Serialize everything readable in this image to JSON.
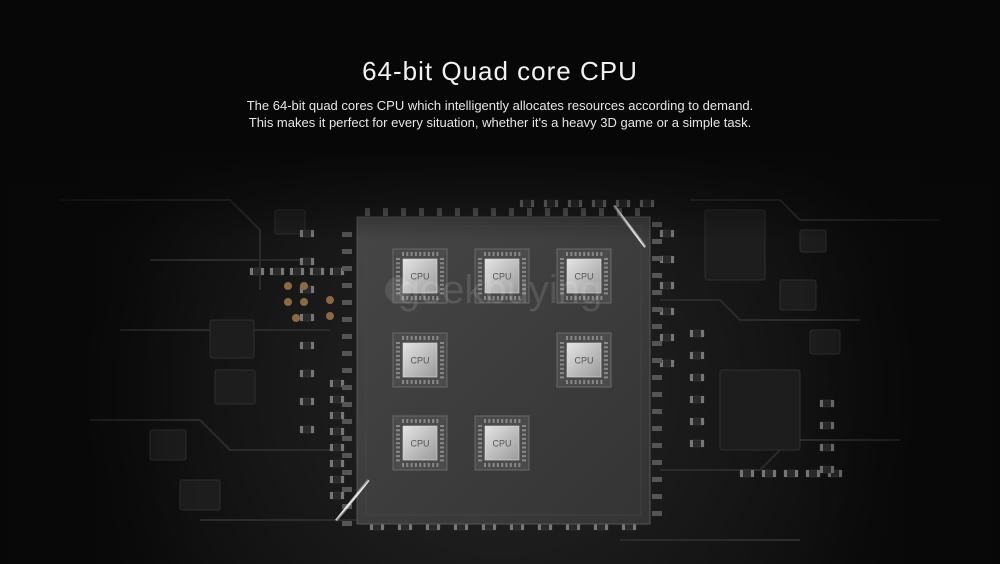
{
  "header": {
    "title": "64-bit Quad core CPU",
    "description_line1": "The 64-bit quad cores CPU which intelligently allocates resources according to demand.",
    "description_line2": "This makes it perfect for every situation, whether it's a heavy 3D game or a simple task."
  },
  "chip": {
    "core_labels": [
      "CPU",
      "CPU",
      "CPU",
      "CPU",
      "CPU",
      "CPU",
      "CPU"
    ]
  },
  "watermark": {
    "text": "geekbuying"
  },
  "colors": {
    "background": "#070707",
    "board": "#191919",
    "package": "#3b3b3b",
    "core": "#bdbdbd",
    "trace": "#2b2b2b",
    "gold_pad": "#8a6a44"
  }
}
